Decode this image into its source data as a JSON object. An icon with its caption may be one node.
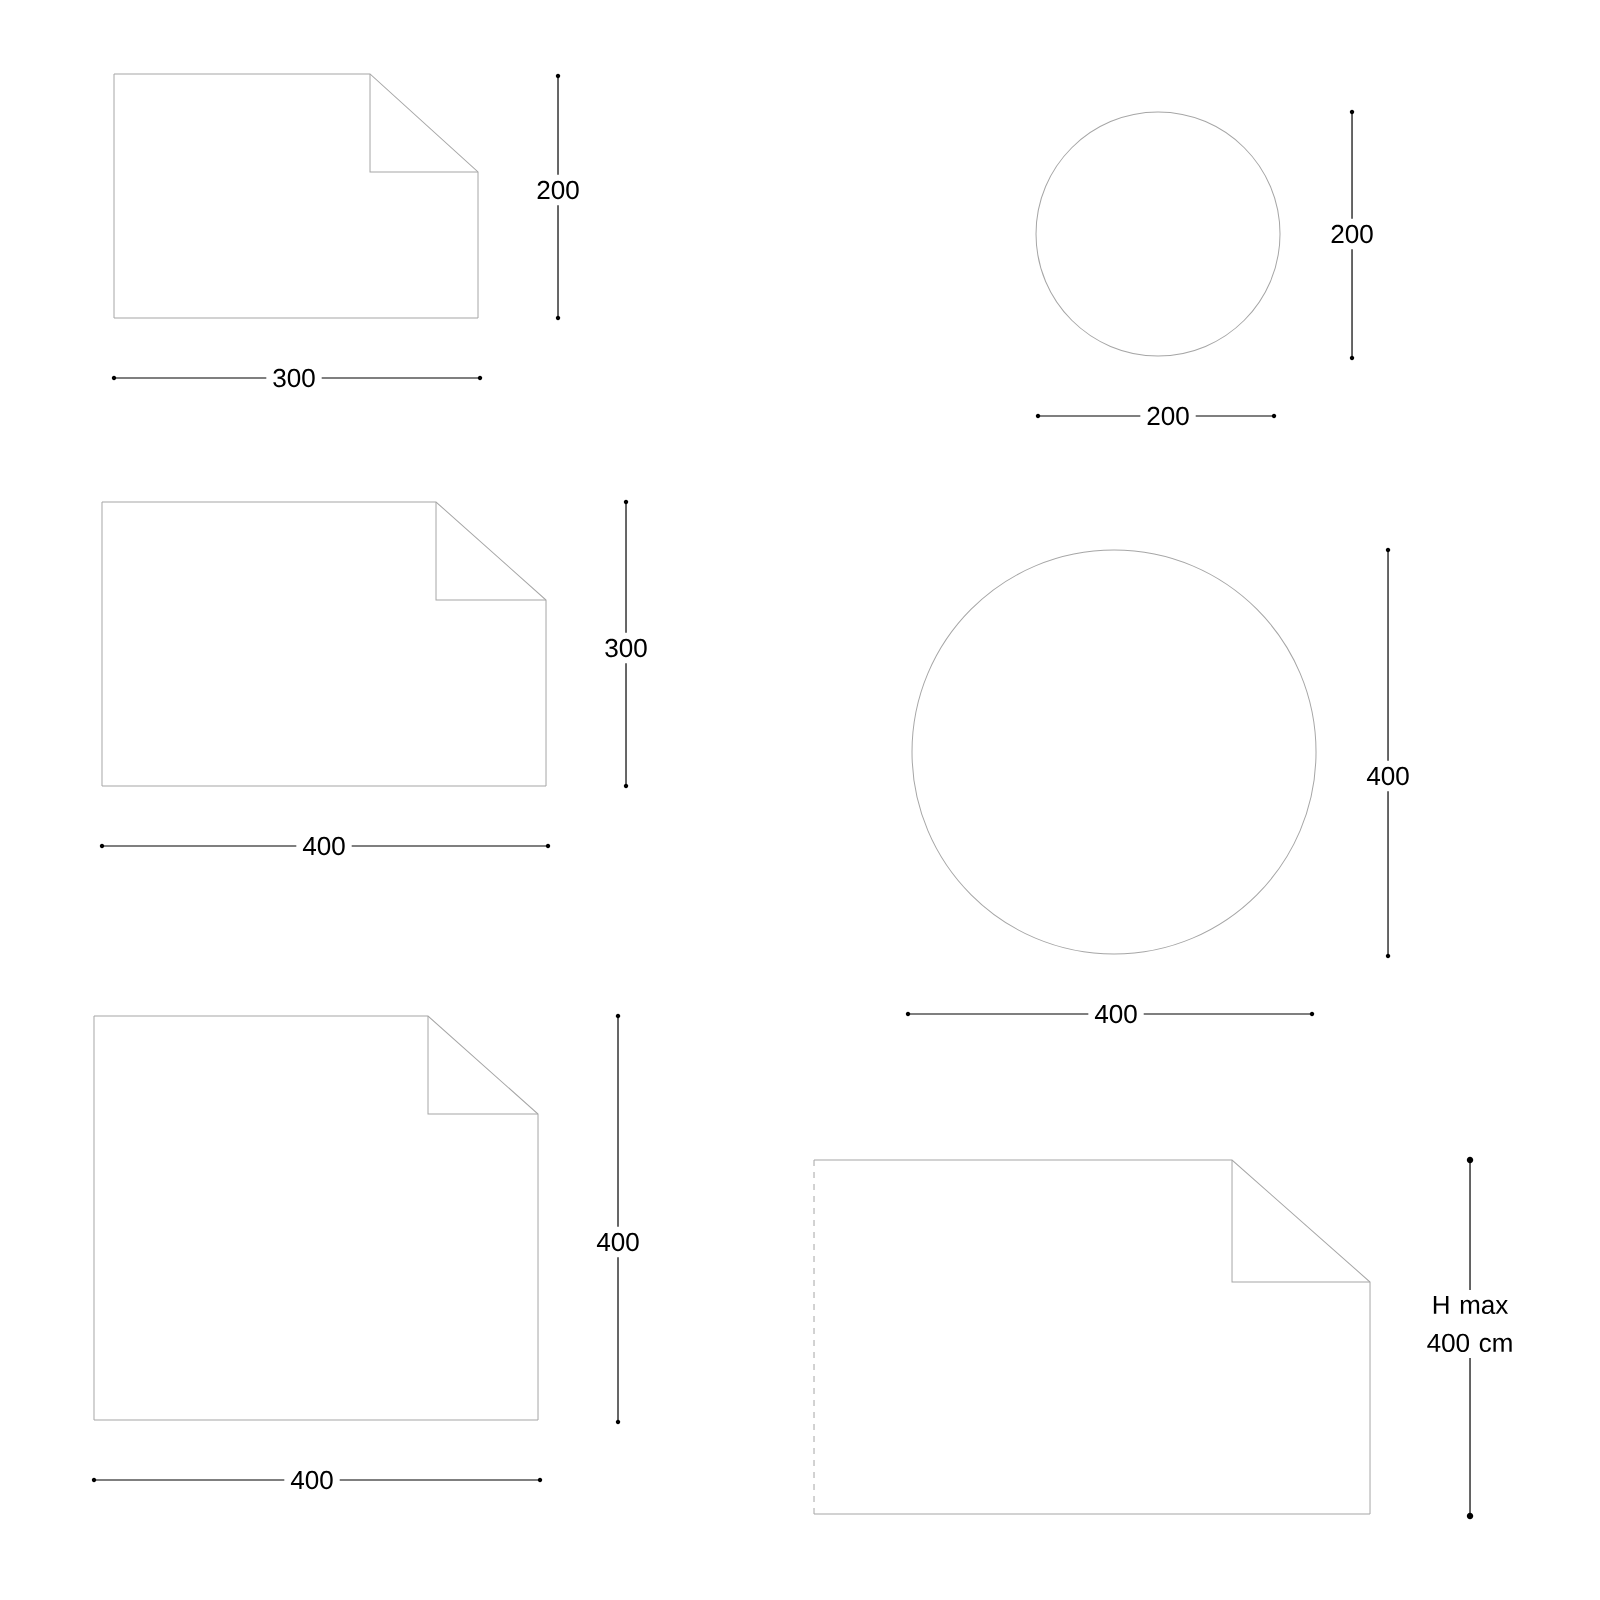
{
  "diagram": {
    "labels": [
      "200",
      "200",
      "300",
      "200",
      "300",
      "400",
      "400",
      "400",
      "400",
      "H max 400 cm",
      "400"
    ]
  }
}
